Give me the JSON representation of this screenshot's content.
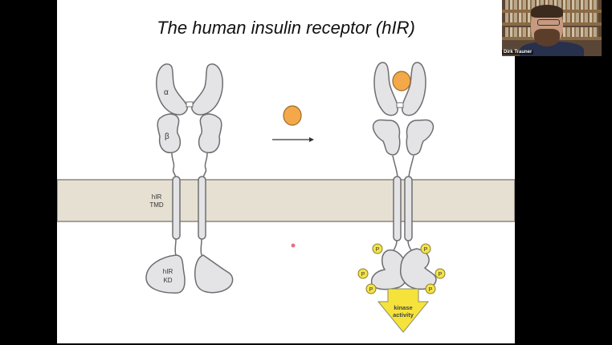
{
  "slide": {
    "title": "The human insulin receptor (hIR)",
    "labels": {
      "alpha": "α",
      "beta": "β",
      "tmd_line1": "hIR",
      "tmd_line2": "TMD",
      "kd_line1": "hIR",
      "kd_line2": "KD",
      "phospho": "P",
      "kinase_line1": "kinase",
      "kinase_line2": "activity"
    },
    "colors": {
      "membrane": "#e6e0d2",
      "protein": "#e4e4e6",
      "insulin": "#f3a84a",
      "phospho": "#f2e34a",
      "arrow": "#f5e33b"
    }
  },
  "video": {
    "participant_name": "Dirk Trauner"
  }
}
